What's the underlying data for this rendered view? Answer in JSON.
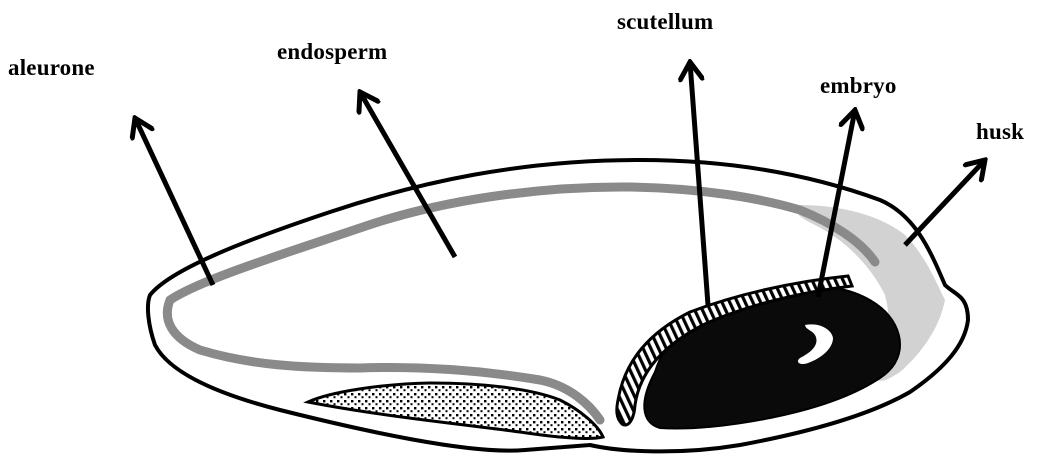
{
  "labels": {
    "aleurone": "aleurone",
    "endosperm": "endosperm",
    "scutellum": "scutellum",
    "embryo": "embryo",
    "husk": "husk"
  },
  "colors": {
    "outline": "#000000",
    "aleurone_layer": "#8a8a8a",
    "husk_region": "#d0d0d0",
    "embryo": "#0a0a0a",
    "background": "#ffffff"
  }
}
